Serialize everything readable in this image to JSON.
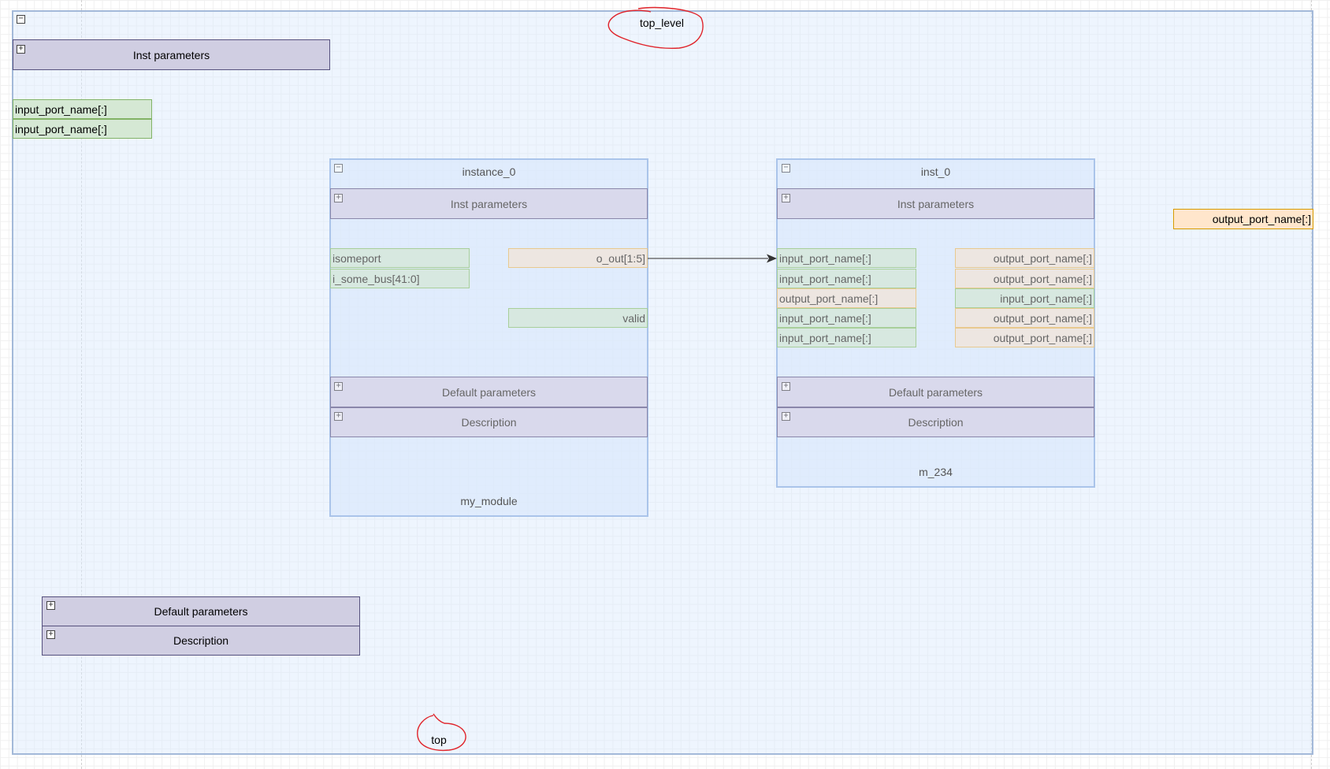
{
  "top_module": {
    "title": "top_level",
    "footer": "top",
    "inst_parameters": "Inst parameters",
    "default_parameters": "Default parameters",
    "description": "Description",
    "inputs": [
      "input_port_name[:]",
      "input_port_name[:]"
    ],
    "outputs": [
      "output_port_name[:]"
    ]
  },
  "instance_0": {
    "title": "instance_0",
    "module": "my_module",
    "inst_parameters": "Inst parameters",
    "default_parameters": "Default parameters",
    "description": "Description",
    "inputs": [
      "isomeport",
      "i_some_bus[41:0]"
    ],
    "outputs": [
      "o_out[1:5]",
      "valid"
    ]
  },
  "inst_0": {
    "title": "inst_0",
    "module": "m_234",
    "inst_parameters": "Inst parameters",
    "default_parameters": "Default parameters",
    "description": "Description",
    "left_ports": [
      "input_port_name[:]",
      "input_port_name[:]",
      "output_port_name[:]",
      "input_port_name[:]",
      "input_port_name[:]"
    ],
    "right_ports": [
      "output_port_name[:]",
      "output_port_name[:]",
      "input_port_name[:]",
      "output_port_name[:]",
      "output_port_name[:]"
    ]
  },
  "colors": {
    "input_port": "#d5e8d4",
    "output_port": "#ffe6cc",
    "parameter_box": "#d0cee2",
    "container": "#dae8fc",
    "annotation": "#e0242b"
  },
  "icons": {
    "collapse": "minus-box-icon",
    "expand": "plus-box-icon"
  }
}
